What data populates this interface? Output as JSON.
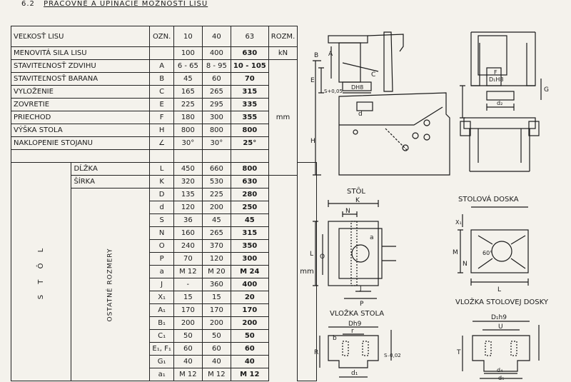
{
  "heading": {
    "number": "6.2",
    "title": "PRACOVNÉ A UPÍNACIE MOŽNOSTI LISU"
  },
  "table": {
    "header": {
      "size": "VEĽKOSŤ LISU",
      "sym": "OZN.",
      "v10": "10",
      "v40": "40",
      "v63": "63",
      "unit": "ROZM."
    },
    "rows": [
      {
        "name": "MENOVITÁ SILA LISU",
        "sym": "",
        "v10": "100",
        "v40": "400",
        "v63": "630",
        "unit": "kN"
      },
      {
        "name": "STAVITEĽNOSŤ ZDVIHU",
        "sym": "A",
        "v10": "6 - 65",
        "v40": "8 - 95",
        "v63": "10 - 105"
      },
      {
        "name": "STAVITEĽNOSŤ BARANA",
        "sym": "B",
        "v10": "45",
        "v40": "60",
        "v63": "70"
      },
      {
        "name": "VYLOŽENIE",
        "sym": "C",
        "v10": "165",
        "v40": "265",
        "v63": "315"
      },
      {
        "name": "ZOVRETIE",
        "sym": "E",
        "v10": "225",
        "v40": "295",
        "v63": "335"
      },
      {
        "name": "PRIECHOD",
        "sym": "F",
        "v10": "180",
        "v40": "300",
        "v63": "355"
      },
      {
        "name": "VÝŠKA STOLA",
        "sym": "H",
        "v10": "800",
        "v40": "800",
        "v63": "800"
      },
      {
        "name": "NAKLOPENIE STOJANU",
        "sym": "∠",
        "v10": "30°",
        "v40": "30°",
        "v63": "25°"
      }
    ],
    "unit_mm": "mm",
    "stol_label": "S T Ô L",
    "ostatne_label": "OSTATNÉ ROZMERY",
    "stol_rows": [
      {
        "name": "DĹŽKA",
        "sym": "L",
        "v10": "450",
        "v40": "660",
        "v63": "800"
      },
      {
        "name": "ŠÍRKA",
        "sym": "K",
        "v10": "320",
        "v40": "530",
        "v63": "630"
      },
      {
        "name": "",
        "sym": "D",
        "v10": "135",
        "v40": "225",
        "v63": "280"
      },
      {
        "name": "",
        "sym": "d",
        "v10": "120",
        "v40": "200",
        "v63": "250"
      },
      {
        "name": "",
        "sym": "S",
        "v10": "36",
        "v40": "45",
        "v63": "45"
      },
      {
        "name": "",
        "sym": "N",
        "v10": "160",
        "v40": "265",
        "v63": "315"
      },
      {
        "name": "",
        "sym": "O",
        "v10": "240",
        "v40": "370",
        "v63": "350"
      },
      {
        "name": "",
        "sym": "P",
        "v10": "70",
        "v40": "120",
        "v63": "300"
      },
      {
        "name": "",
        "sym": "a",
        "v10": "M 12",
        "v40": "M 20",
        "v63": "M 24"
      },
      {
        "name": "",
        "sym": "J",
        "v10": "-",
        "v40": "360",
        "v63": "400"
      },
      {
        "name": "",
        "sym": "X₁",
        "v10": "15",
        "v40": "15",
        "v63": "20"
      },
      {
        "name": "",
        "sym": "A₁",
        "v10": "170",
        "v40": "170",
        "v63": "170"
      },
      {
        "name": "",
        "sym": "B₁",
        "v10": "200",
        "v40": "200",
        "v63": "200"
      },
      {
        "name": "",
        "sym": "C₁",
        "v10": "50",
        "v40": "50",
        "v63": "50"
      },
      {
        "name": "",
        "sym": "E₁, F₁",
        "v10": "60",
        "v40": "60",
        "v63": "60"
      },
      {
        "name": "",
        "sym": "G₁",
        "v10": "40",
        "v40": "40",
        "v63": "40"
      },
      {
        "name": "",
        "sym": "a₁",
        "v10": "M 12",
        "v40": "M 12",
        "v63": "M 12"
      }
    ]
  },
  "drawings": {
    "stol_title": "STÔL",
    "stolova_doska_title": "STOLOVÁ DOSKA",
    "vlozka_stola_title": "VLOŽKA STOLA",
    "vlozka_dosky_title": "VLOŽKA STOLOVEJ DOSKY",
    "labels": {
      "B": "B",
      "A": "A",
      "C": "C",
      "E": "E",
      "H": "H",
      "S005": "S+0,05",
      "DH8": "DH8",
      "d": "d",
      "D1H8": "D₁H8",
      "F": "F",
      "G": "G",
      "d2": "d₂",
      "K": "K",
      "N": "N",
      "L": "L",
      "O": "O",
      "J": "J",
      "P": "P",
      "a": "a",
      "X1": "X₁",
      "M": "M",
      "N2": "N",
      "deg60": "60°",
      "L2": "L",
      "Dh9": "Dh9",
      "r": "r",
      "b": "b",
      "R": "R",
      "S002": "S₋0,02",
      "d1": "d₁",
      "D1h9": "D₁h9",
      "U": "U",
      "T": "T",
      "d4": "d₄",
      "d5": "d₅"
    }
  }
}
